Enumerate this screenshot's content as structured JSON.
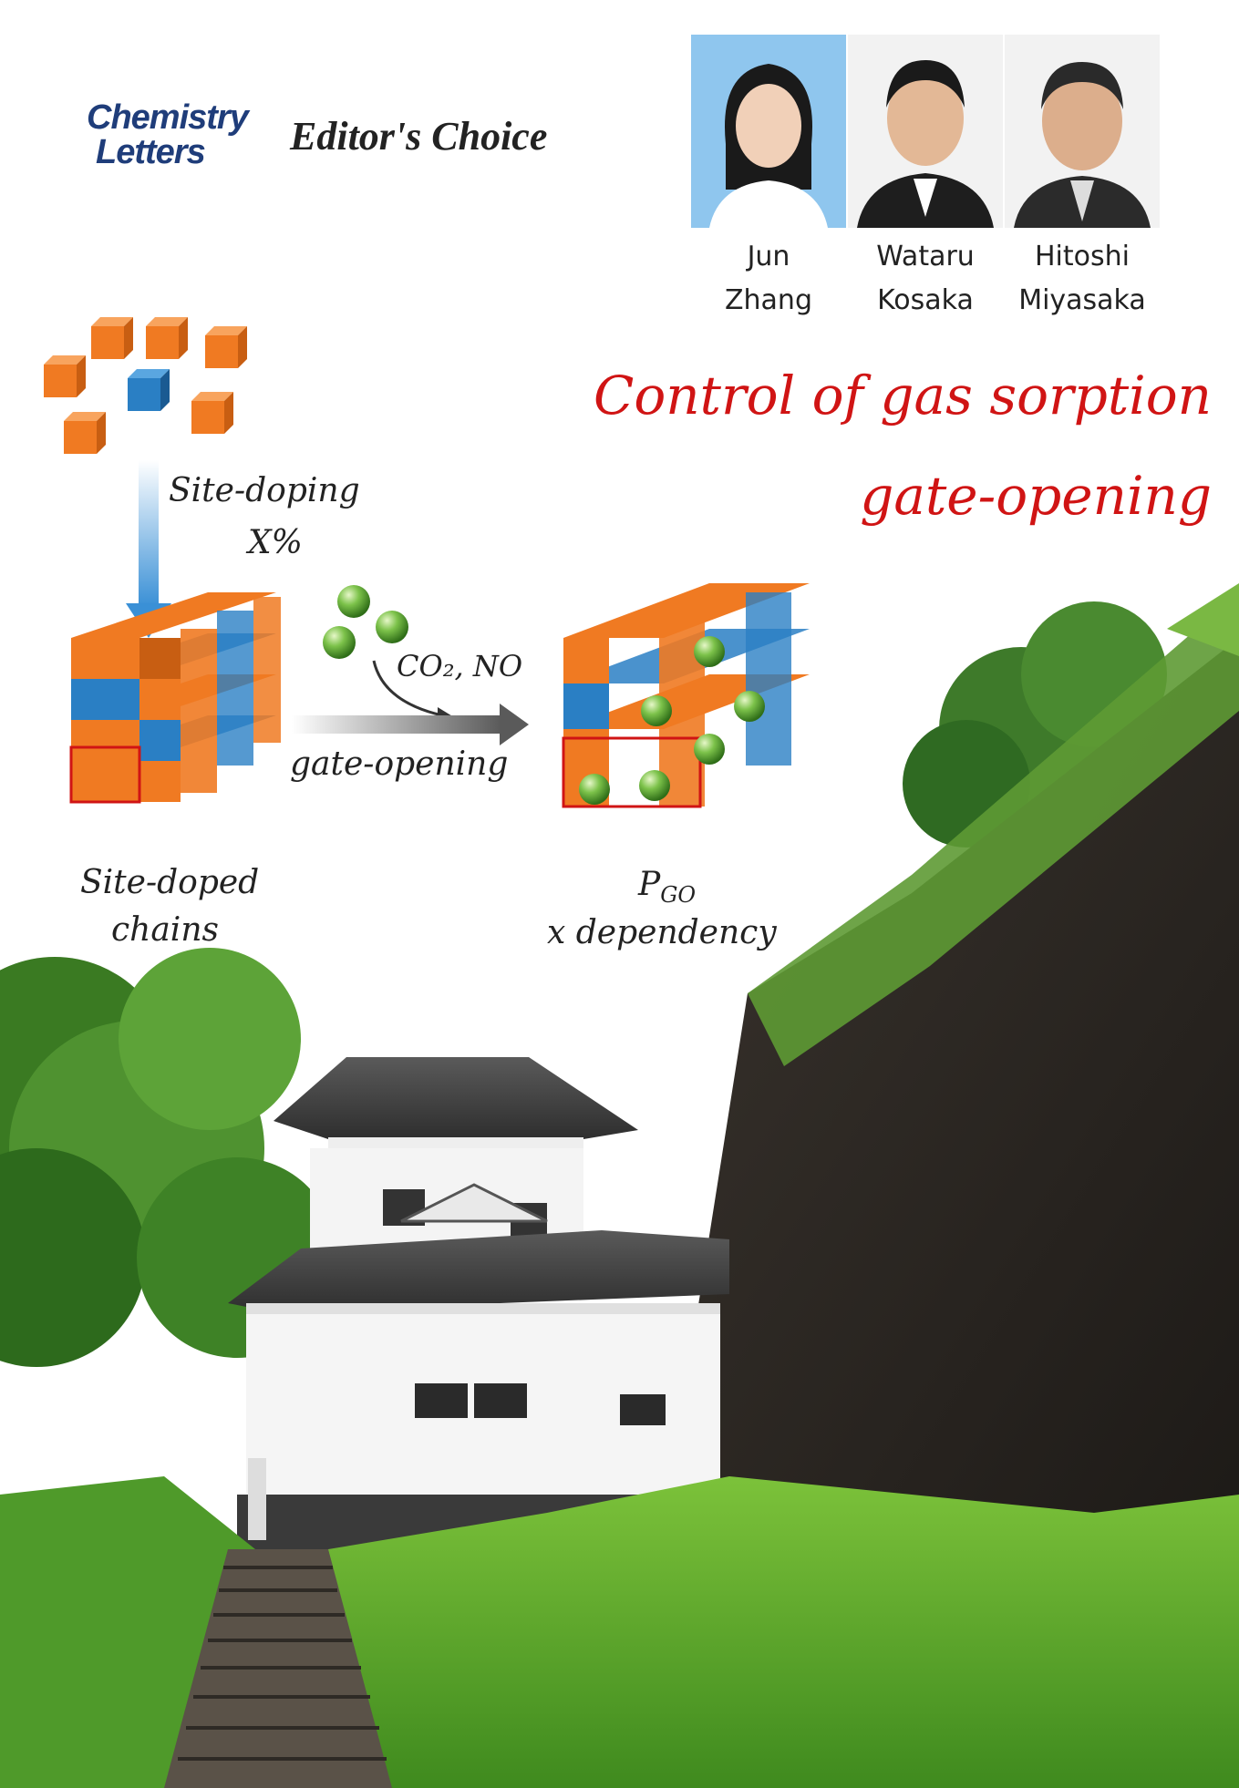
{
  "header": {
    "journal_line1": "Chemistry",
    "journal_line2": "Letters",
    "section": "Editor's Choice"
  },
  "authors": [
    {
      "first": "Jun",
      "last": "Zhang"
    },
    {
      "first": "Wataru",
      "last": "Kosaka"
    },
    {
      "first": "Hitoshi",
      "last": "Miyasaka"
    }
  ],
  "title": {
    "line1": "Control of gas sorption",
    "line2": "gate-opening"
  },
  "diagram": {
    "site_doping_label": "Site-doping",
    "percent_label": "X%",
    "gas_label": "CO₂, NO",
    "gate_label": "gate-opening",
    "left_caption_line1": "Site-doped",
    "left_caption_line2": "chains",
    "right_caption_p": "P",
    "right_caption_sub": "GO",
    "right_caption_line2": "x dependency"
  },
  "colors": {
    "orange": "#f07a22",
    "blue": "#2a7fc4",
    "green_sphere": "#6ab43c",
    "title_red": "#d01414",
    "journal_blue": "#1f3d7a"
  }
}
